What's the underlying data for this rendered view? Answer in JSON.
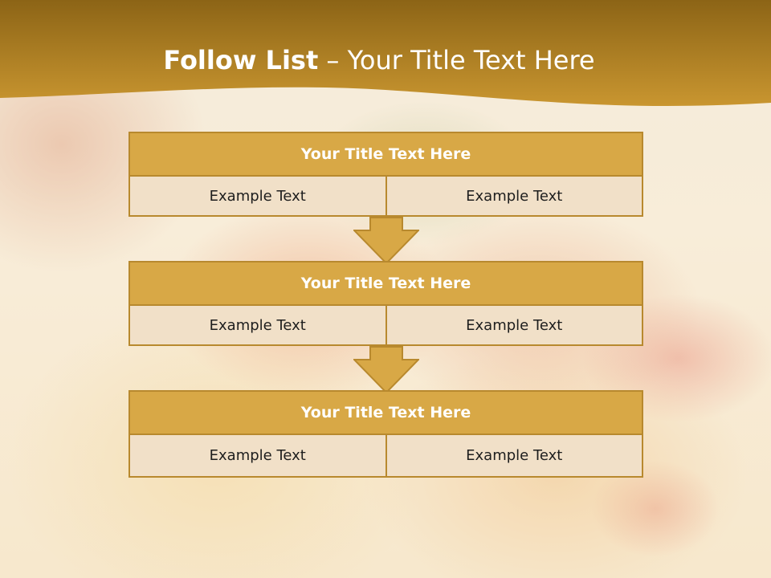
{
  "slide": {
    "title_bold": "Follow List",
    "title_rest": " – Your Title Text Here"
  },
  "blocks": [
    {
      "title": "Your Title Text Here",
      "cells": [
        "Example Text",
        "Example Text"
      ]
    },
    {
      "title": "Your Title Text Here",
      "cells": [
        "Example Text",
        "Example Text"
      ]
    },
    {
      "title": "Your Title Text Here",
      "cells": [
        "Example Text",
        "Example Text"
      ]
    }
  ],
  "colors": {
    "accent": "#d8a846",
    "border": "#b8892e",
    "cell_fill": "#f1e0c8",
    "header_band": "#c08d25"
  },
  "icons": [
    "down-arrow-icon",
    "down-arrow-icon"
  ]
}
